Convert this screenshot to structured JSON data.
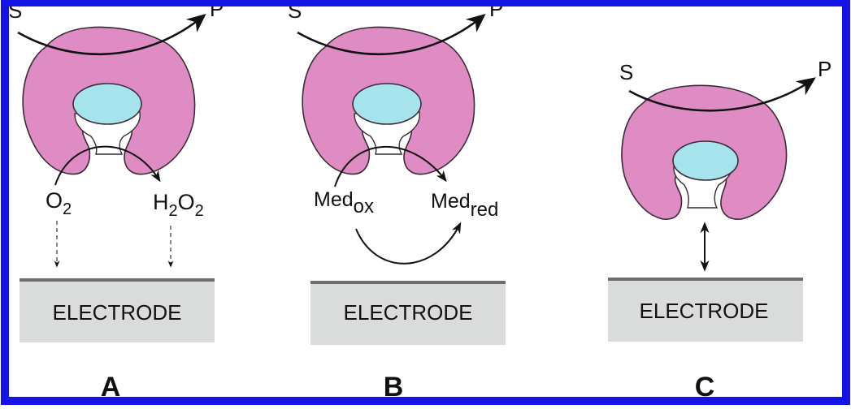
{
  "colors": {
    "frame": "#1414e6",
    "enzyme": "#e08cc4",
    "enzyme_outline": "#3a2a36",
    "active_site": "#a6e3ec",
    "electrode_fill": "#dadcdc",
    "electrode_line": "#6e6e6e",
    "ink": "#111111"
  },
  "icons": [
    "enzyme-shape",
    "active-site",
    "curved-arrow",
    "dashed-arrow",
    "double-headed-arrow"
  ],
  "panels": [
    {
      "id": "A",
      "label": "A",
      "substrate": "S",
      "product": "P",
      "left_species": {
        "base": "O",
        "sub": "2",
        "tail": "",
        "tail_sub": ""
      },
      "right_species": {
        "base": "H",
        "sub": "2",
        "tail": "O",
        "tail_sub": "2"
      },
      "electrode": "ELECTRODE",
      "transfer": "diffusion"
    },
    {
      "id": "B",
      "label": "B",
      "substrate": "S",
      "product": "P",
      "left_species": {
        "base": "Med",
        "sub": "ox",
        "tail": "",
        "tail_sub": ""
      },
      "right_species": {
        "base": "Med",
        "sub": "red",
        "tail": "",
        "tail_sub": ""
      },
      "electrode": "ELECTRODE",
      "transfer": "mediator"
    },
    {
      "id": "C",
      "label": "C",
      "substrate": "S",
      "product": "P",
      "electrode": "ELECTRODE",
      "transfer": "direct"
    }
  ]
}
